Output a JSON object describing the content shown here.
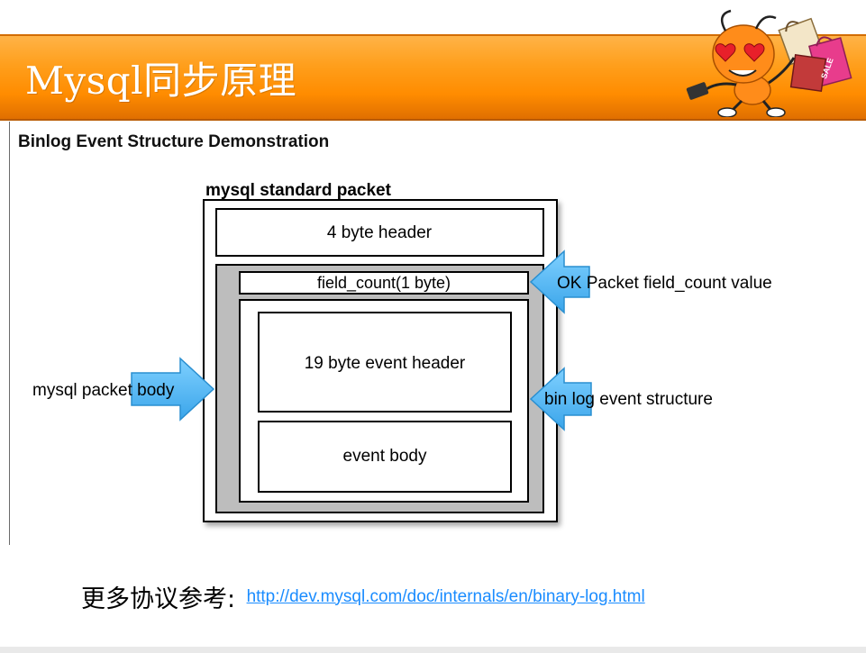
{
  "slide": {
    "title": "Mysql同步原理",
    "heading": "Binlog Event Structure Demonstration"
  },
  "diagram": {
    "outer_label": "mysql standard packet",
    "header_box": "4 byte header",
    "field_count_box": "field_count(1 byte)",
    "event_header_box": "19 byte event header",
    "event_body_box": "event body",
    "arrow_packet_body_label": "mysql packet body",
    "arrow_ok_label": "OK Packet field_count value",
    "arrow_binlog_label": "bin log event structure"
  },
  "footer": {
    "prefix": "更多协议参考:",
    "url": "http://dev.mysql.com/doc/internals/en/binary-log.html"
  },
  "colors": {
    "title_bar": "#ff8c00",
    "arrow_fill": "#4fb8f0",
    "arrow_stroke": "#2a8fd0",
    "inner_panel": "#bdbdbd",
    "link": "#1a8cff"
  }
}
